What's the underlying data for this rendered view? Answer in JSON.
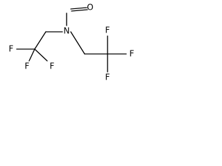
{
  "molecule": {
    "atoms": {
      "nitrogen": "N",
      "oxygen": "O",
      "f1": "F",
      "f2": "F",
      "f3": "F",
      "f4": "F",
      "f5": "F",
      "f6": "F"
    }
  }
}
